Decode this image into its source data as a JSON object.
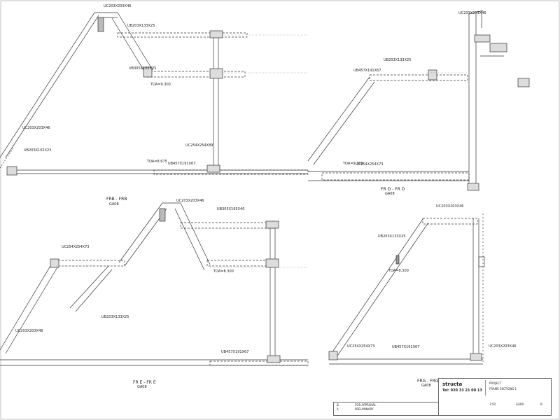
{
  "frames": {
    "tl": {
      "labels": [
        "UC203X203X46",
        "UB203X133X25",
        "UB305X102X25",
        "UB203X102X23",
        "UC203X203X46",
        "UC254X254X89",
        "UB457X191X67",
        "TOA=9.300",
        "TOA=8.675"
      ],
      "section_title": "FRB - FRB",
      "section_sub": "GA08"
    },
    "tr": {
      "labels": [
        "UC203X203X46",
        "UB203X133X25",
        "UB457X191X67",
        "TOA=9.300",
        "UC254X254X73"
      ],
      "section_title": "FR D - FR D",
      "section_sub": "GA08"
    },
    "bl": {
      "labels": [
        "UC203X203X46",
        "UB305X165X40",
        "UC254X254X73",
        "UB203X133X25",
        "UC203X203X46",
        "UB457X191X67",
        "TOA=8.300"
      ],
      "section_title": "FR E - FR E",
      "section_sub": "GA08"
    },
    "br": {
      "labels": [
        "UC203X203X46",
        "UB203X133X25",
        "UC254X254X73",
        "UB457X191X67",
        "TOA=8.300",
        "UC203X203X46"
      ],
      "section_title": "FRG - FRG",
      "section_sub": "GA08"
    }
  },
  "revisions": [
    {
      "rev": "B",
      "note": "FOR APPROVAL"
    },
    {
      "rev": "A",
      "note": "PRELIMINARY"
    }
  ],
  "title_block": {
    "company": "structa",
    "phone": "Tel: 020 33 21 00 13",
    "project_label": "PROJECT",
    "project": "FRAME SECTIONS 1",
    "scale": "1:50",
    "drawing_no": "GA08",
    "rev": "B"
  }
}
